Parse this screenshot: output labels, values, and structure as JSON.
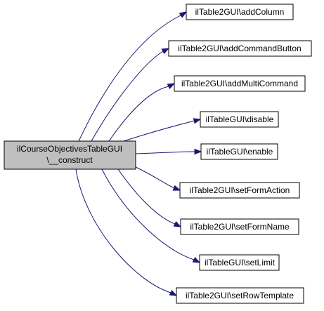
{
  "diagram": {
    "colors": {
      "edge": "#191970",
      "root_fill": "#bfbfbf",
      "node_fill": "#ffffff",
      "border": "#000000"
    },
    "root": {
      "label_lines": [
        "ilCourseObjectivesTableGUI",
        "\\__construct"
      ]
    },
    "targets": [
      {
        "label": "ilTable2GUI\\addColumn"
      },
      {
        "label": "ilTable2GUI\\addCommandButton"
      },
      {
        "label": "ilTable2GUI\\addMultiCommand"
      },
      {
        "label": "ilTableGUI\\disable"
      },
      {
        "label": "ilTableGUI\\enable"
      },
      {
        "label": "ilTable2GUI\\setFormAction"
      },
      {
        "label": "ilTable2GUI\\setFormName"
      },
      {
        "label": "ilTableGUI\\setLimit"
      },
      {
        "label": "ilTable2GUI\\setRowTemplate"
      }
    ]
  }
}
